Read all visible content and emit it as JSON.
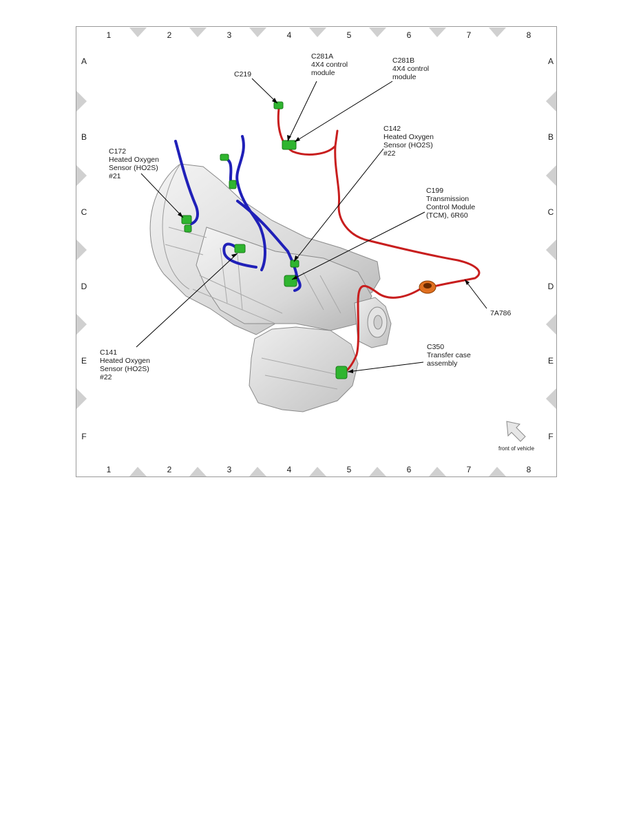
{
  "grid": {
    "columns": [
      "1",
      "2",
      "3",
      "4",
      "5",
      "6",
      "7",
      "8"
    ],
    "rows": [
      "A",
      "B",
      "C",
      "D",
      "E",
      "F"
    ]
  },
  "callouts": {
    "c219": [
      "C219"
    ],
    "c281a": [
      "C281A",
      "4X4 control",
      "module"
    ],
    "c281b": [
      "C281B",
      "4X4 control",
      "module"
    ],
    "c142": [
      "C142",
      "Heated Oxygen",
      "Sensor (HO2S)",
      "#22"
    ],
    "c172": [
      "C172",
      "Heated Oxygen",
      "Sensor (HO2S)",
      "#21"
    ],
    "c199": [
      "C199",
      "Transmission",
      "Control Module",
      "(TCM), 6R60"
    ],
    "harness": [
      "7A786"
    ],
    "c141": [
      "C141",
      "Heated Oxygen",
      "Sensor (HO2S)",
      "#22"
    ],
    "c350": [
      "C350",
      "Transfer case",
      "assembly"
    ]
  },
  "orientation": {
    "label": "front of vehicle"
  },
  "colors": {
    "blue_harness": "#2020b8",
    "red_harness": "#c81e1e",
    "connector": "#2fb52f",
    "grommet": "#e07020"
  }
}
